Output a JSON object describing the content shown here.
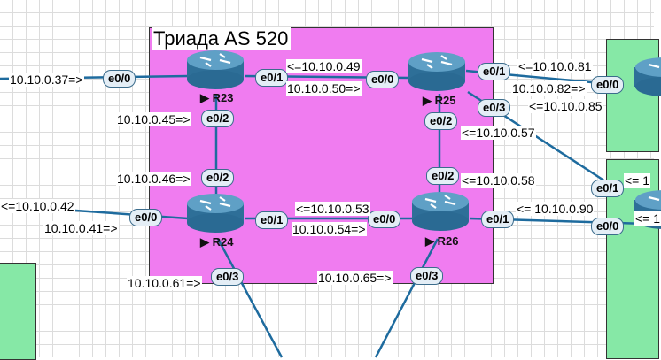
{
  "region": {
    "title": "Триада AS 520"
  },
  "routers": [
    {
      "id": "r23",
      "label": "▶ R23"
    },
    {
      "id": "r24",
      "label": "▶ R24"
    },
    {
      "id": "r25",
      "label": "▶ R25"
    },
    {
      "id": "r26",
      "label": "▶ R26"
    }
  ],
  "interfaces": [
    "e0/0",
    "e0/1",
    "e0/2",
    "e0/0",
    "e0/1",
    "e0/2",
    "e0/3",
    "e0/0",
    "e0/1",
    "e0/2",
    "e0/3",
    "e0/0",
    "e0/1",
    "e0/2",
    "e0/3",
    "e0/0",
    "e0/1",
    "e0/0"
  ],
  "addresses": [
    "10.10.0.37=>",
    "<=10.10.0.49",
    "10.10.0.50=>",
    "<=10.10.0.81",
    "10.10.0.82=>",
    "<=10.10.0.85",
    "10.10.0.45=>",
    "<=10.10.0.57",
    "10.10.0.46=>",
    "<=10.10.0.58",
    "<=10.10.0.42",
    "10.10.0.41=>",
    "<=10.10.0.53",
    "10.10.0.54=>",
    "<= 10.10.0.90",
    "10.10.0.61=>",
    "10.10.0.65=>",
    "<= 1",
    "<= 1"
  ],
  "colors": {
    "region_fill": "#f07cf0",
    "neighbor_fill": "#86e8a6",
    "link": "#1e6b9e",
    "router_body": "#2e6f98"
  }
}
